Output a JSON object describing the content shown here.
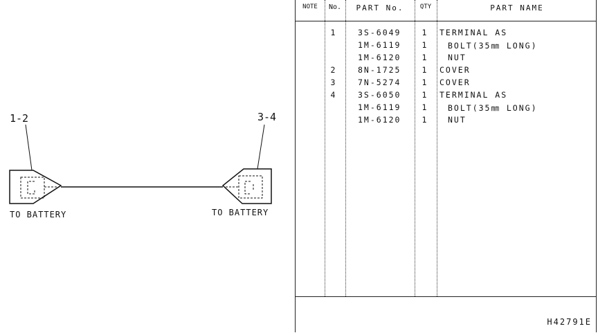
{
  "diagram": {
    "callout_left": "1-2",
    "callout_right": "3-4",
    "label_left": "TO BATTERY",
    "label_right": "TO BATTERY"
  },
  "table": {
    "headers": {
      "note": "NOTE",
      "no": "No.",
      "part_no": "PART No.",
      "qty": "QTY",
      "part_name": "PART NAME"
    },
    "rows": [
      {
        "no": "1",
        "part_no": "3S-6049",
        "qty": "1",
        "name": "TERMINAL AS"
      },
      {
        "no": "",
        "part_no": "1M-6119",
        "qty": "1",
        "name": "BOLT(35㎜ LONG)"
      },
      {
        "no": "",
        "part_no": "1M-6120",
        "qty": "1",
        "name": "NUT"
      },
      {
        "no": "2",
        "part_no": "8N-1725",
        "qty": "1",
        "name": "COVER"
      },
      {
        "no": "3",
        "part_no": "7N-5274",
        "qty": "1",
        "name": "COVER"
      },
      {
        "no": "4",
        "part_no": "3S-6050",
        "qty": "1",
        "name": "TERMINAL AS"
      },
      {
        "no": "",
        "part_no": "1M-6119",
        "qty": "1",
        "name": "BOLT(35㎜ LONG)"
      },
      {
        "no": "",
        "part_no": "1M-6120",
        "qty": "1",
        "name": "NUT"
      }
    ],
    "reference": "H42791E"
  }
}
